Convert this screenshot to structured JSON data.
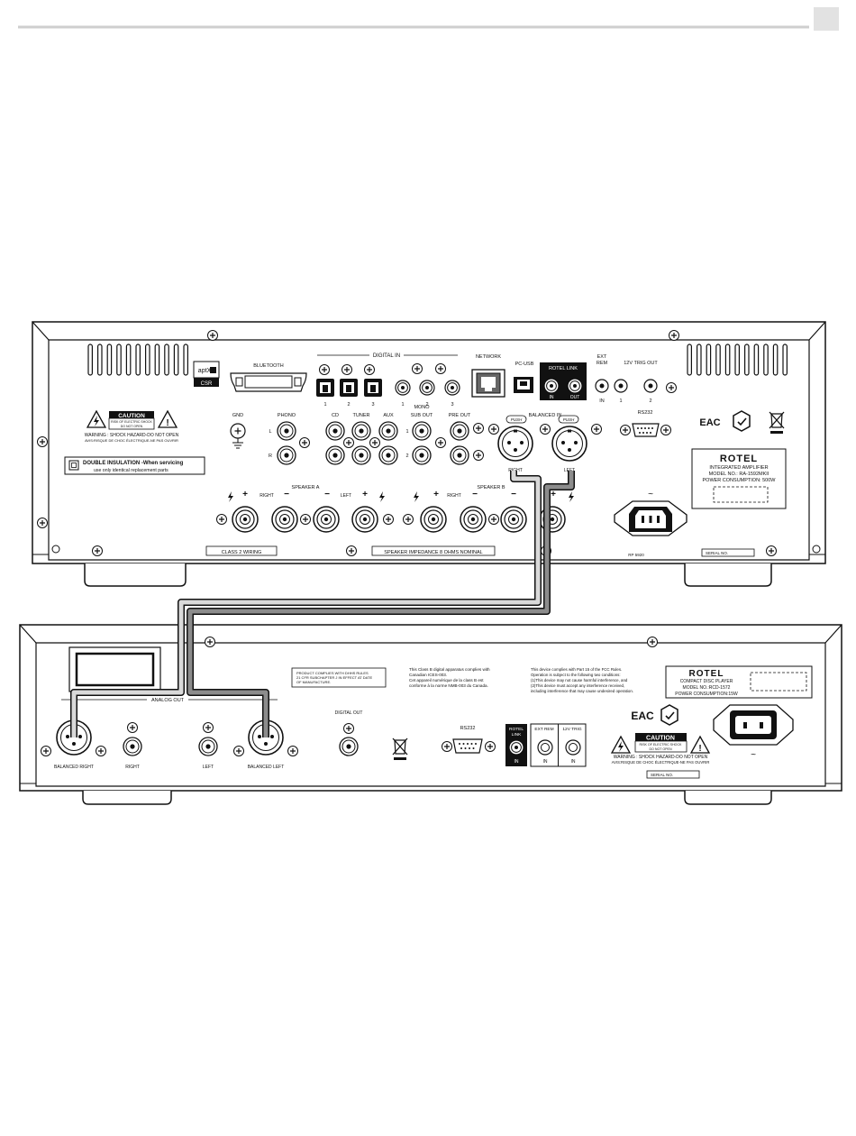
{
  "amp": {
    "digital_in": "DIGITAL IN",
    "network": "NETWORK",
    "pc_usb": "PC-USB",
    "rotel_link": "ROTEL  LINK",
    "in": "IN",
    "out": "OUT",
    "ext_rem": [
      "EXT",
      "REM"
    ],
    "trig_out": "12V TRIG OUT",
    "n1": "1",
    "n2": "2",
    "n3": "3",
    "bluetooth": "BLUETOOTH",
    "aptx": "aptX",
    "csr": "CSR",
    "gnd": "GND",
    "phono": "PHONO",
    "cd": "CD",
    "tuner": "TUNER",
    "aux": "AUX",
    "mono": "MONO",
    "sub_out": "SUB OUT",
    "pre_out": "PRE OUT",
    "balanced_in": "BALANCED IN",
    "push": "PUSH",
    "rs232": "RS232",
    "l": "L",
    "r": "R",
    "right": "RIGHT",
    "left": "LEFT",
    "caution": "CAUTION",
    "caution_sub": [
      "RISK OF ELECTRIC SHOCK",
      "DO NOT OPEN"
    ],
    "warning": "WARNING : SHOCK HAZARD-DO NOT OPEN",
    "warning_fr": "AVIS:RISQUE DE CHOC ÉLECTRIQUE-NE PAS OUVRIR",
    "double_insulation": "DOUBLE INSULATION -When servicing",
    "double_insulation_2": "use only identical replacement parts",
    "speaker_a": "SPEAKER  A",
    "speaker_b": "SPEAKER  B",
    "plus": "+",
    "minus": "−",
    "class2": "CLASS 2 WIRING",
    "impedance": "SPEAKER IMPEDANCE 8 OHMS NOMINAL",
    "brand": "ROTEL",
    "product": "INTEGRATED AMPLIFIER",
    "model": "MODEL NO.: RA-1592MKII",
    "power": "POWER CONSUMPTION: 500W",
    "eac": "EAC",
    "rp": "RP 5920",
    "serial": "SERIAL NO."
  },
  "cd": {
    "analog_out": "ANALOG OUT",
    "balanced_right": "BALANCED RIGHT",
    "right": "RIGHT",
    "left": "LEFT",
    "balanced_left": "BALANCED LEFT",
    "digital_out": "DIGITAL OUT",
    "fcc": [
      "PRODUCT COMPLIES WITH DHHS RULES",
      "21 CFR SUBCHAPTER J IN EFFECT AT DATE",
      "OF MANUFACTURE."
    ],
    "ices": [
      "This Class B digital apparatus complies with",
      "Canadian ICES-003.",
      "Cet appareil numérique de la class B est",
      "conforme à la norme NMB-003 du Canada."
    ],
    "part15": [
      "This device complies with Part 15 of the FCC Rules.",
      "Operation is subject to the following two conditions:",
      "(1)This device may not cause harmful interference, and",
      "(2)This device must accept any interference received,",
      "including interference that may cause undesired operation."
    ],
    "rs232": "RS232",
    "rotel_link": [
      "ROTEL",
      "LINK"
    ],
    "ext_rem": "EXT REM",
    "trig": "12V TRIG",
    "in": "IN",
    "brand": "ROTEL",
    "product": "COMPACT DISC PLAYER",
    "model": "MODEL NO.:RCD-1572",
    "power": "POWER CONSUMPTION:15W",
    "eac": "EAC",
    "caution": "CAUTION",
    "caution_sub": [
      "RISK OF ELECTRIC SHOCK",
      "DO NOT OPEN"
    ],
    "warning": "WARNING : SHOCK HAZARD-DO NOT OPEN",
    "warning_fr": "AVIS:RISQUE DE CHOC ÉLECTRIQUE-NE PAS OUVRIR",
    "serial": "SERIAL NO."
  }
}
